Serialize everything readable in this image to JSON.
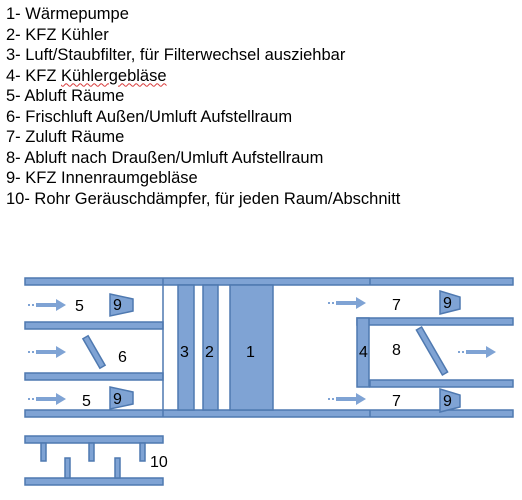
{
  "legend": [
    "1- Wärmepumpe",
    "2- KFZ Kühler",
    "3- Luft/Staubfilter, für Filterwechsel ausziehbar",
    "4- KFZ Kühlergebläse",
    "5- Abluft Räume",
    "6- Frischluft Außen/Umluft Aufstellraum",
    "7- Zuluft Räume",
    "8- Abluft nach Draußen/Umluft Aufstellraum",
    "9- KFZ Innenraumgebläse",
    "10- Rohr Geräuschdämpfer, für jeden Raum/Abschnitt"
  ],
  "legend_underlined_word": "Kühlergebläse",
  "diagram_labels": {
    "n1": "1",
    "n2": "2",
    "n3": "3",
    "n4": "4",
    "n5_top": "5",
    "n5_bottom": "5",
    "n6": "6",
    "n7_top": "7",
    "n7_bottom": "7",
    "n8": "8",
    "n9_top_left": "9",
    "n9_bottom_left": "9",
    "n9_top_right": "9",
    "n9_bottom_right": "9",
    "n10": "10"
  },
  "colors": {
    "fill": "#7fa3d4",
    "stroke": "#4f79b0"
  }
}
